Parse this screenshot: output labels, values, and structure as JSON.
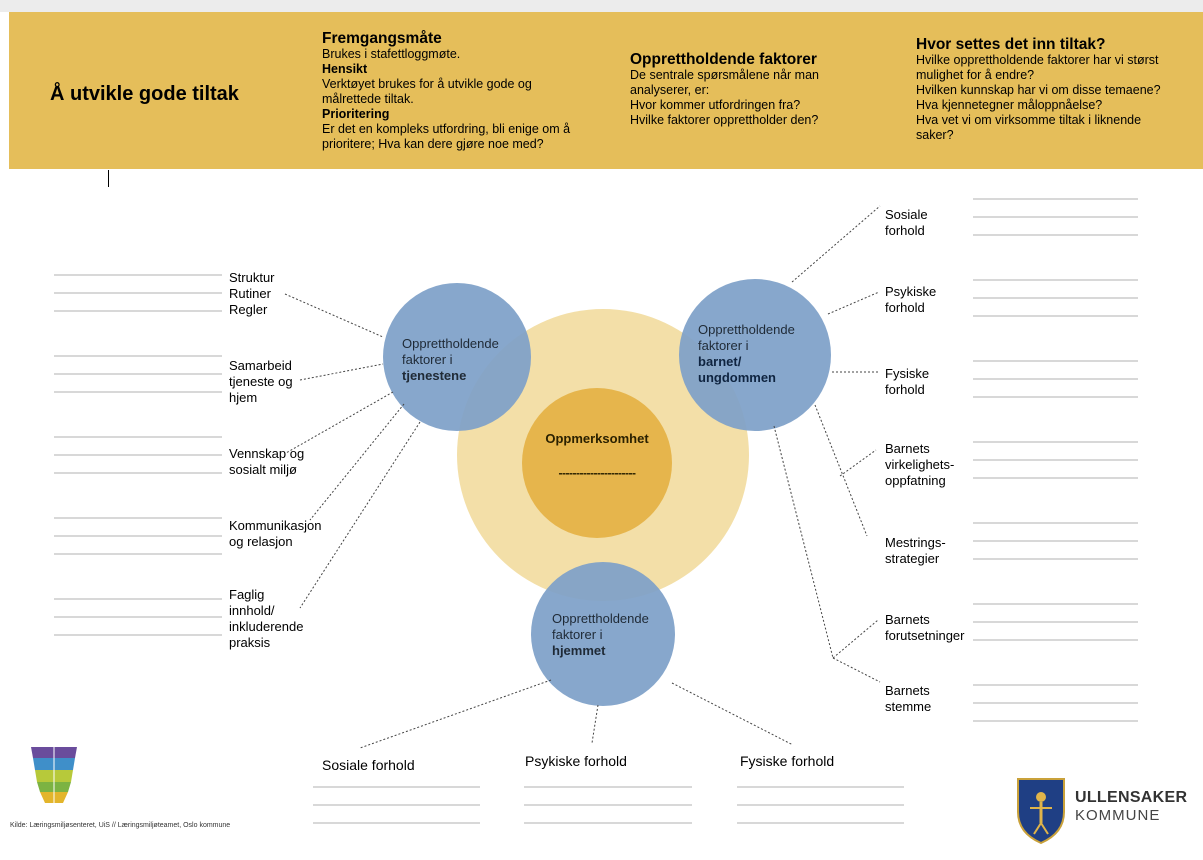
{
  "title": "Å utvikle gode tiltak",
  "header": {
    "fremgang": {
      "heading": "Fremgangsmåte",
      "text1": "Brukes i stafettloggmøte.",
      "hensikt_heading": "Hensikt",
      "hensikt_lines": [
        "Verktøyet brukes for å utvikle gode og",
        "målrettede tiltak."
      ],
      "prioritering_heading": "Prioritering",
      "prioritering_lines": [
        "Er det en kompleks utfordring, bli enige om å",
        "prioritere; Hva kan dere gjøre noe med?"
      ]
    },
    "oppretthold": {
      "heading": "Opprettholdende faktorer",
      "lines": [
        "De sentrale spørsmålene når man",
        "analyserer, er:",
        "Hvor kommer utfordringen fra?",
        "Hvilke faktorer opprettholder den?"
      ]
    },
    "tiltak": {
      "heading": "Hvor settes det inn tiltak?",
      "lines": [
        "Hvilke opprettholdende faktorer har vi størst",
        "mulighet for å endre?",
        "Hvilken kunnskap har vi om disse temaene?",
        "Hva kjennetegner måloppnåelse?",
        "Hva vet vi om virksomme tiltak i liknende",
        "saker?"
      ]
    }
  },
  "center": {
    "title": "Oppmerksomhet",
    "dashes": "----------------------"
  },
  "circles": {
    "tjenestene": {
      "line1": "Opprettholdende",
      "line2": "faktorer i",
      "bold": "tjenestene"
    },
    "barnet": {
      "line1": "Opprettholdende",
      "line2": "faktorer i",
      "bold1": "barnet/",
      "bold2": "ungdommen"
    },
    "hjemmet": {
      "line1": "Opprettholdende",
      "line2": "faktorer i",
      "bold": "hjemmet"
    }
  },
  "left_labels": [
    [
      "Struktur",
      "Rutiner",
      "Regler"
    ],
    [
      "Samarbeid",
      "tjeneste og",
      "hjem"
    ],
    [
      "Vennskap og",
      "sosialt miljø"
    ],
    [
      "Kommunikasjon",
      "og relasjon"
    ],
    [
      "Faglig",
      "innhold/",
      "inkluderende",
      "praksis"
    ]
  ],
  "right_labels": [
    [
      "Sosiale",
      "forhold"
    ],
    [
      "Psykiske",
      "forhold"
    ],
    [
      "Fysiske",
      "forhold"
    ],
    [
      "Barnets",
      "virkelighets-",
      "oppfatning"
    ],
    [
      "Mestrings-",
      "strategier"
    ],
    [
      "Barnets",
      "forutsetninger"
    ],
    [
      "Barnets",
      "stemme"
    ]
  ],
  "bottom_labels": [
    "Sosiale forhold",
    "Psykiske forhold",
    "Fysiske forhold"
  ],
  "source": "Kilde: Læringsmiljøsenteret, UiS // Læringsmiljøteamet, Oslo kommune",
  "logo": {
    "name": "ULLENSAKER",
    "sub": "KOMMUNE"
  },
  "colors": {
    "header": "#e5be5a",
    "big_circle": "#f3dfa8",
    "center_circle": "#e6b54c",
    "blue_circle": "#7ea0c8"
  }
}
